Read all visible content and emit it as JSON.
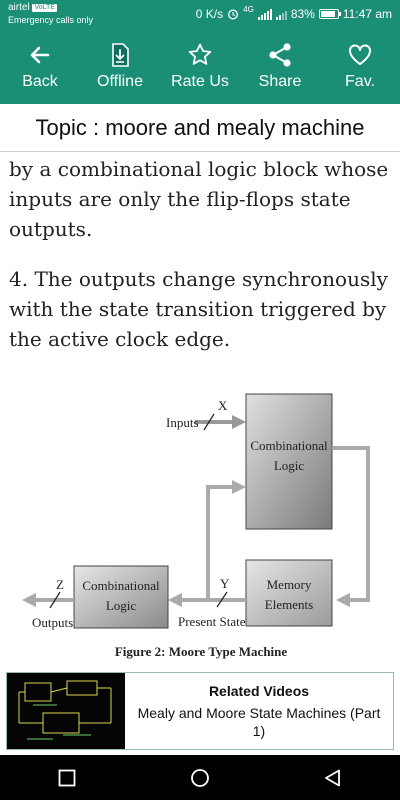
{
  "status_bar": {
    "carrier": "airtel",
    "volte_badge": "VoLTE",
    "emergency": "Emergency calls only",
    "network_speed": "0 K/s",
    "network_type": "4G",
    "battery": "83%",
    "time": "11:47 am"
  },
  "toolbar": {
    "items": [
      {
        "label": "Back",
        "icon": "arrow-left-icon"
      },
      {
        "label": "Offline",
        "icon": "download-file-icon"
      },
      {
        "label": "Rate Us",
        "icon": "star-icon"
      },
      {
        "label": "Share",
        "icon": "share-icon"
      },
      {
        "label": "Fav.",
        "icon": "heart-icon"
      }
    ],
    "color": "#1a8f76"
  },
  "topic": {
    "title": "Topic : moore and mealy machine"
  },
  "content": {
    "para_1": "by a combinational logic block whose inputs are only the flip-flops state outputs.",
    "para_2": "4. The outputs change synchronously with the state transition triggered by the active clock edge."
  },
  "figure": {
    "inputs_label": "Inputs",
    "x_label": "X",
    "comb_top_line1": "Combinational",
    "comb_top_line2": "Logic",
    "memory_line1": "Memory",
    "memory_line2": "Elements",
    "comb_left_line1": "Combinational",
    "comb_left_line2": "Logic",
    "z_label": "Z",
    "y_label": "Y",
    "outputs_label": "Outputs",
    "present_state_label": "Present State",
    "caption": "Figure 2: Moore Type Machine"
  },
  "related": {
    "heading": "Related Videos",
    "title": "Mealy and Moore State Machines (Part 1)"
  },
  "navbar": {
    "items": [
      "square-icon",
      "circle-icon",
      "triangle-back-icon"
    ]
  }
}
